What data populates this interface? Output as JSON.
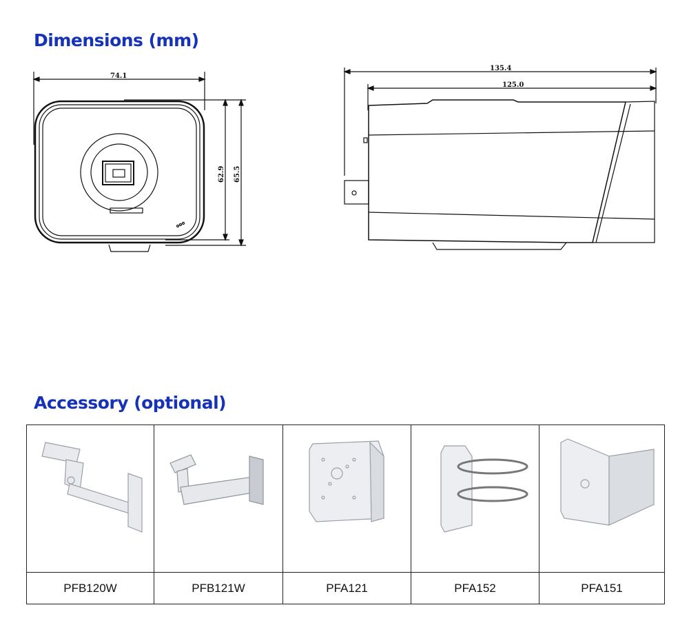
{
  "dimensions": {
    "title": "Dimensions (mm)",
    "front_view": {
      "width": "74.1",
      "height_inner": "62.9",
      "height_outer": "65.5"
    },
    "side_view": {
      "length_total": "135.4",
      "length_body": "125.0"
    }
  },
  "accessory": {
    "title": "Accessory (optional)",
    "items": [
      {
        "model": "PFB120W",
        "icon": "wall-mount-bracket-icon"
      },
      {
        "model": "PFB121W",
        "icon": "wall-mount-bracket-icon"
      },
      {
        "model": "PFA121",
        "icon": "junction-box-icon"
      },
      {
        "model": "PFA152",
        "icon": "pole-mount-icon"
      },
      {
        "model": "PFA151",
        "icon": "corner-mount-icon"
      }
    ]
  }
}
